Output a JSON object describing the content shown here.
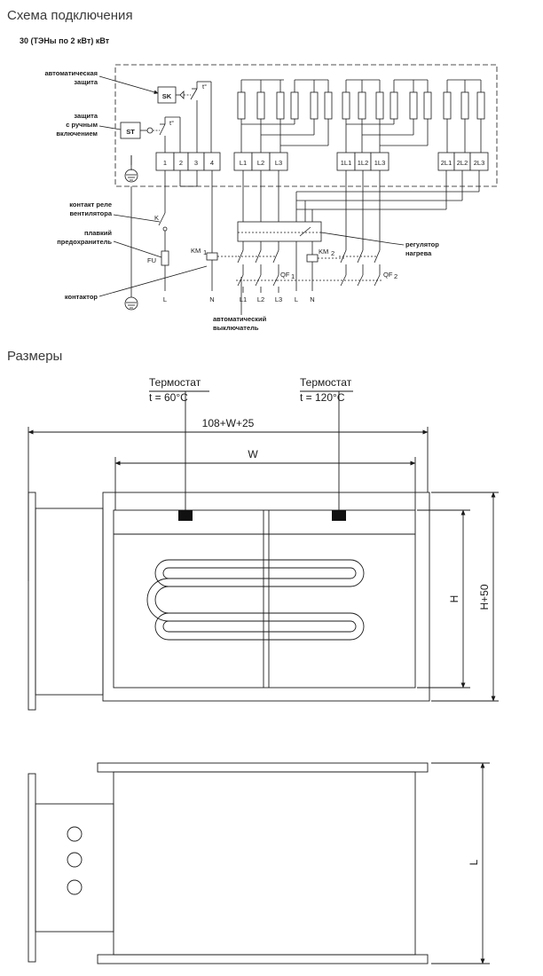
{
  "section1_title": "Схема подключения",
  "subtitle": "30 (ТЭНы по 2 кВт) кВт",
  "scheme": {
    "label_auto_protection": [
      "автоматическая",
      "защита"
    ],
    "label_manual_protection": [
      "защита",
      "с ручным",
      "включением"
    ],
    "label_fan_relay": [
      "контакт реле",
      "вентилятора"
    ],
    "label_fuse": [
      "плавкий",
      "предохранитель"
    ],
    "label_contactor": "контактор",
    "label_breaker": [
      "автоматический",
      "выключатель"
    ],
    "label_regulator": [
      "регулятор",
      "нагрева"
    ],
    "sk": "SK",
    "st": "ST",
    "t_symbol": "t°",
    "k": "K",
    "fu": "FU",
    "km1": "KM",
    "km2": "KM",
    "qf1": "QF",
    "qf2": "QF",
    "sub1": "1",
    "sub2": "2",
    "terminals": [
      "1",
      "2",
      "3",
      "4"
    ],
    "group0": [
      "L1",
      "L2",
      "L3"
    ],
    "group1": [
      "1L1",
      "1L2",
      "1L3"
    ],
    "group2": [
      "2L1",
      "2L2",
      "2L3"
    ],
    "bottom_labels": [
      "L",
      "N",
      "L1",
      "L2",
      "L3",
      "L",
      "N"
    ]
  },
  "section2_title": "Размеры",
  "dimensions": {
    "thermostat1": "Термостат",
    "thermostat1_temp": "t = 60°C",
    "thermostat2": "Термостат",
    "thermostat2_temp": "t = 120°C",
    "overall_width": "108+W+25",
    "width": "W",
    "height": "H",
    "height_total": "H+50",
    "length": "L"
  }
}
